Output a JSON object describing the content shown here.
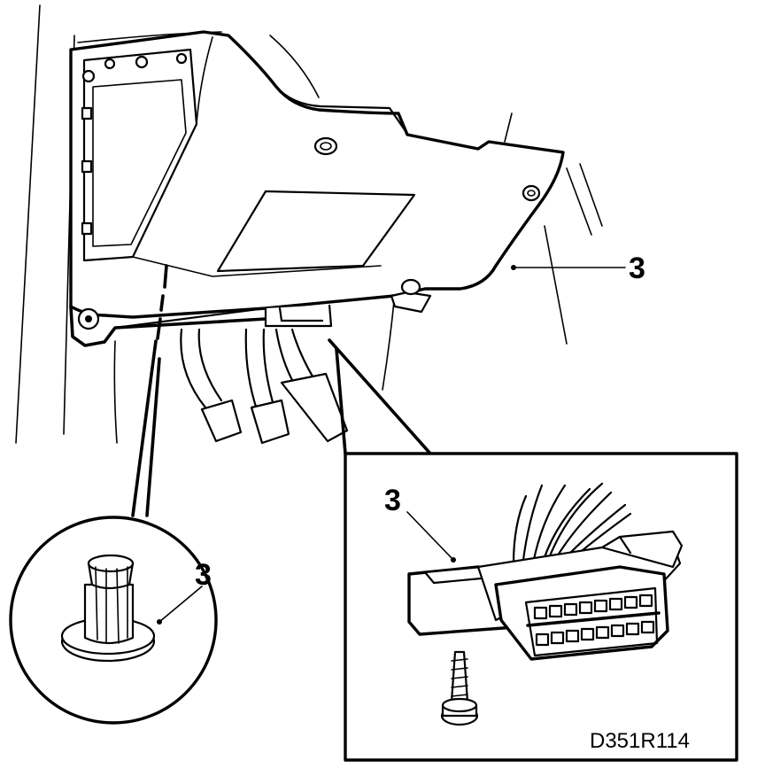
{
  "callouts": {
    "panel": "3",
    "clip": "3",
    "connector": "3"
  },
  "drawing_code": "D351R114",
  "icons": {
    "panel": "lower-dash-panel-illustration",
    "clip": "push-clip-illustration",
    "connector": "diagnostic-connector-illustration",
    "screw": "screw-illustration"
  },
  "colors": {
    "ink": "#000000",
    "paper": "#ffffff"
  }
}
